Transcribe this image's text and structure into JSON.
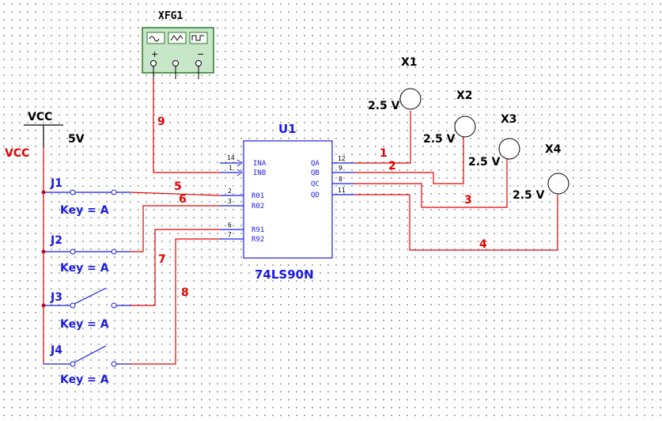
{
  "instruments": {
    "fg": {
      "name": "XFG1"
    }
  },
  "ic": {
    "ref": "U1",
    "part": "74LS90N",
    "pins": {
      "ina": "INA",
      "inb": "INB",
      "r01": "R01",
      "r02": "R02",
      "r91": "R91",
      "r92": "R92",
      "qa": "QA",
      "qb": "QB",
      "qc": "QC",
      "qd": "QD"
    },
    "pin_numbers": {
      "ina": "14",
      "inb": "1",
      "r01": "2",
      "r02": "3",
      "r91": "6",
      "r92": "7",
      "qa": "12",
      "qb": "9",
      "qc": "8",
      "qd": "11"
    }
  },
  "power": {
    "label": "VCC",
    "voltage": "5V",
    "net_label": "VCC"
  },
  "switches": [
    {
      "ref": "J1",
      "key": "Key = A"
    },
    {
      "ref": "J2",
      "key": "Key = A"
    },
    {
      "ref": "J3",
      "key": "Key = A"
    },
    {
      "ref": "J4",
      "key": "Key = A"
    }
  ],
  "probes": [
    {
      "ref": "X1",
      "voltage": "2.5 V"
    },
    {
      "ref": "X2",
      "voltage": "2.5 V"
    },
    {
      "ref": "X3",
      "voltage": "2.5 V"
    },
    {
      "ref": "X4",
      "voltage": "2.5 V"
    }
  ],
  "nets": [
    "1",
    "2",
    "3",
    "4",
    "5",
    "6",
    "7",
    "8",
    "9"
  ],
  "colors": {
    "component": "#1a1ae6",
    "wire": "#e60000",
    "instrument_body": "#c8e6c8",
    "grid_dot": "#777777"
  }
}
